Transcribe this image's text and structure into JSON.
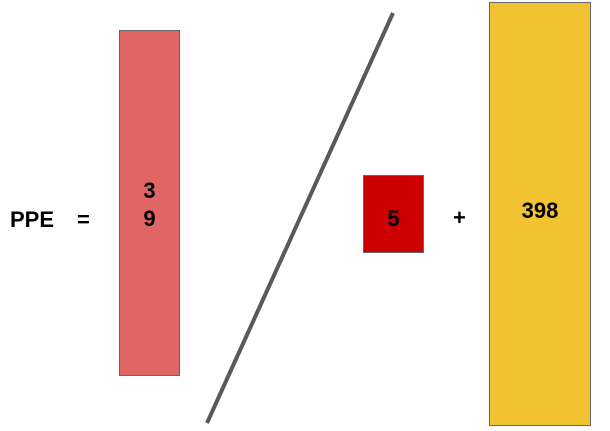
{
  "equation": {
    "lhs_label": "PPE",
    "equals": "=",
    "plus": "+"
  },
  "boxes": {
    "bar_39": {
      "value": "3\n9",
      "color": "#e06666"
    },
    "box_5": {
      "value": "5",
      "color": "#cc0000"
    },
    "bar_398": {
      "value": "398",
      "color": "#f1c232"
    }
  },
  "divider": {
    "color": "#595959"
  }
}
